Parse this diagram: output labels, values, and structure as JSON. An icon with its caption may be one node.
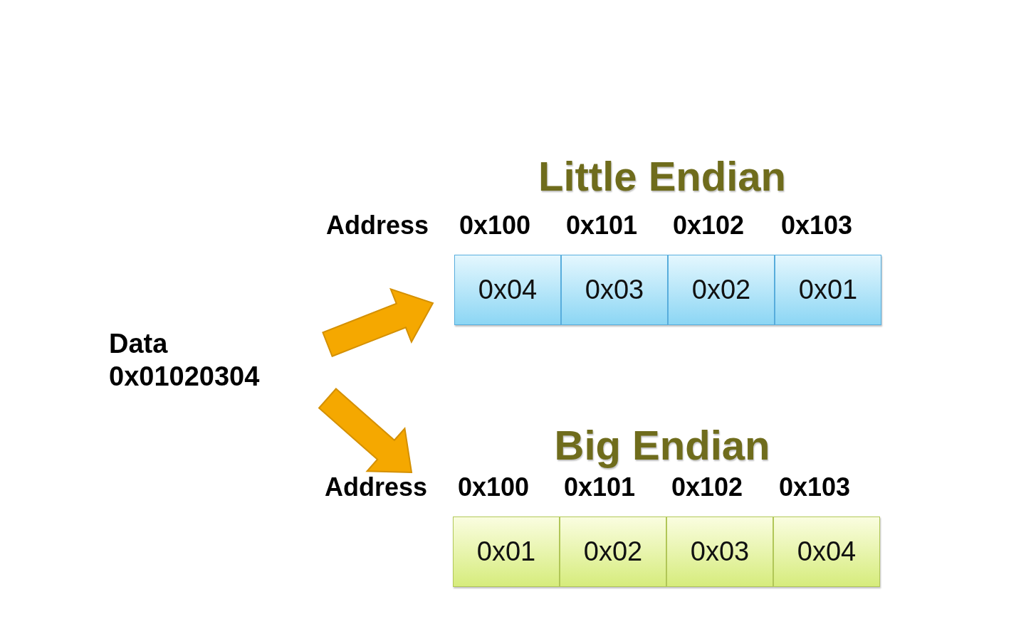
{
  "diagram": {
    "nodes": [
      {
        "text": [
          "Data 0x01020304"
        ]
      },
      {
        "text": [
          "0x04"
        ]
      },
      {
        "text": [
          "0x03"
        ]
      },
      {
        "text": [
          "0x02"
        ]
      },
      {
        "text": [
          "0x01"
        ]
      },
      {
        "text": [
          "0x01"
        ]
      },
      {
        "text": [
          "0x02"
        ]
      },
      {
        "text": [
          "0x03"
        ]
      },
      {
        "text": [
          "0x04"
        ]
      }
    ],
    "edges": [
      {
        "from": 0,
        "to": 1,
        "arrow": "to"
      },
      {
        "from": 0,
        "to": 5,
        "arrow": "to"
      }
    ],
    "labels": [
      "Little Endian",
      "Address",
      "0x100",
      "0x101",
      "0x102",
      "0x103",
      "Big Endian",
      "Address",
      "0x100",
      "0x101",
      "0x102",
      "0x103"
    ]
  }
}
